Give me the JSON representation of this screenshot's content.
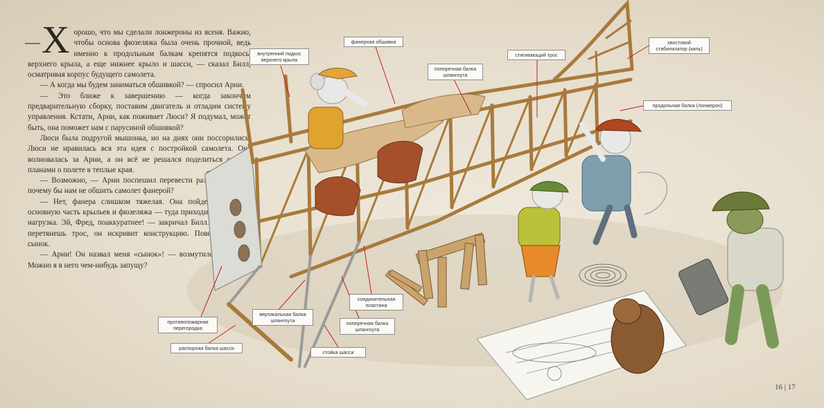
{
  "text": {
    "dropcap": "Х",
    "paragraphs": [
      "орошо, что мы сделали лонжероны из ясеня. Важно, чтобы основа фюзеляжа была очень прочной, ведь именно к продольным балкам крепятся подкосы верхнего крыла, а еще нижнее крыло и шасси, — сказал Билл, осматривая корпус будущего самолета.",
      "— А когда мы будем заниматься обшивкой? — спросил Арни.",
      "— Это ближе к завершению — когда закончим предварительную сборку, поставим двигатель и отладим систему управления. Кстати, Арни, как поживает Люси? Я подумал, может быть, она поможет нам с парусиной обшивкой?",
      "Люси была подругой мышонка, но на днях они поссорились: Люси не нравилась вся эта идея с постройкой самолета. Она волновалась за Арни, а он всё не решался поделиться своими планами о полете в теплые края.",
      "— Возможно, — Арни поспешил перевести разговор: — Но почему бы нам не обшить самолет фанерой?",
      "— Нет, фанера слишком тяжелая. Она пойдет только на основную часть крыльев и фюзеляжа — туда приходится основная нагрузка. Эй, Фред, поаккуратнее! — закричал Билл. — Если ты перетянешь трос, он искривит конструкцию. Повнимательнее, сынок.",
      "— Арни! Он назвал меня «сынок»! — возмутился Фред. — Можно я в него чем-нибудь запущу?"
    ]
  },
  "labels": {
    "inner_strut": "внутренний подкос\nверхнего крыла",
    "plywood_skin": "фанерная обшивка",
    "cross_beam_top": "поперечная балка\nшпангоута",
    "tension_cable": "стягивающий трос",
    "tail_stabilizer": "хвостовой\nстабилизатор (киль)",
    "longeron": "продольная балка (лонжерон)",
    "firewall": "противопожарная\nперегородка",
    "vertical_beam": "вертикальная балка\nшпангоута",
    "joint_plate": "соединительная\nпластина",
    "cross_beam_bottom": "поперечная балка\nшпангоута",
    "gear_spreader": "распорная балка шасси",
    "gear_leg": "стойка шасси"
  },
  "page_numbers": "16 | 17"
}
